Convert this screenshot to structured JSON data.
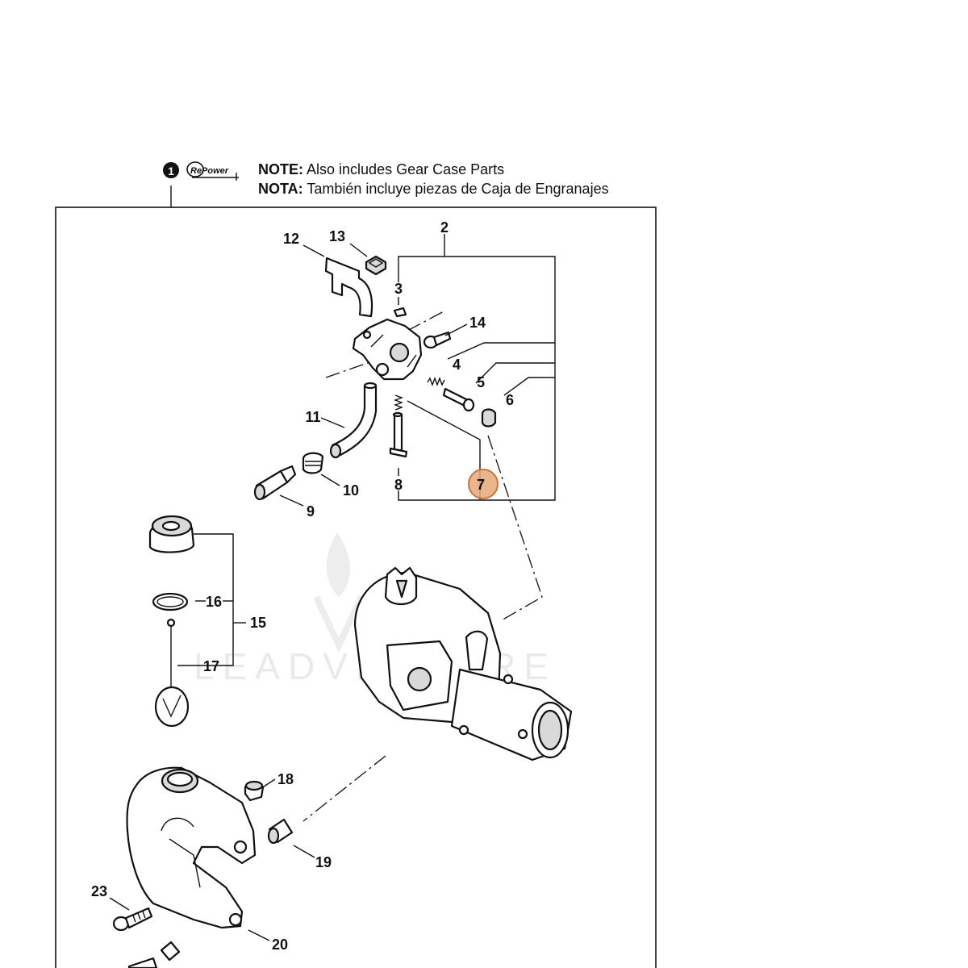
{
  "header": {
    "badge_number": "1",
    "logo_text": "RePower",
    "note_label": "NOTE:",
    "note_text": "Also includes Gear Case Parts",
    "nota_label": "NOTA:",
    "nota_text": "También incluye piezas de Caja de Engranajes"
  },
  "watermark": "LEADVENTURE",
  "callouts": {
    "c2": "2",
    "c3": "3",
    "c4": "4",
    "c5": "5",
    "c6": "6",
    "c7": "7",
    "c8": "8",
    "c9": "9",
    "c10": "10",
    "c11": "11",
    "c12": "12",
    "c13": "13",
    "c14": "14",
    "c15": "15",
    "c16": "16",
    "c17": "17",
    "c18": "18",
    "c19": "19",
    "c20": "20",
    "c23": "23"
  },
  "highlight": {
    "callout": "7",
    "color": "#e8a878",
    "stroke": "#c8763c"
  },
  "colors": {
    "line": "#111111",
    "part_fill": "#ffffff",
    "shade": "#d9d9d9"
  }
}
